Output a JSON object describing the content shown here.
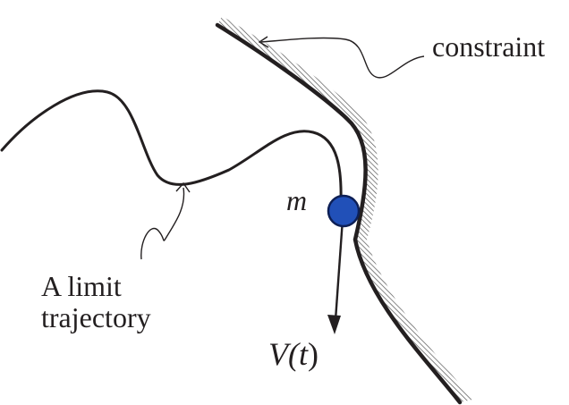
{
  "labels": {
    "constraint": "constraint",
    "mass": "m",
    "limit_line1": "A limit",
    "limit_line2": "trajectory",
    "velocity_prefix": "V(",
    "velocity_var": "t",
    "velocity_suffix": ")"
  },
  "colors": {
    "ink": "#231f20",
    "mass_fill": "#2150b8",
    "mass_stroke": "#0d1f55",
    "hatch": "#555555"
  }
}
